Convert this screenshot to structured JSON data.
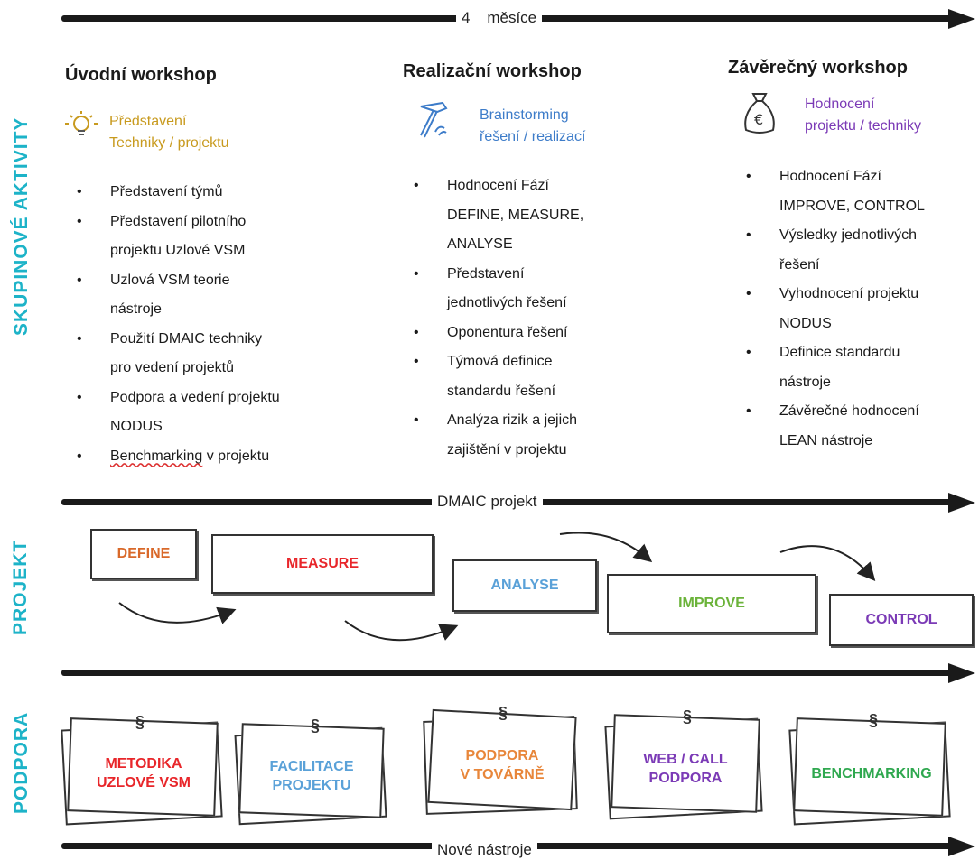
{
  "timeline": {
    "top_label": "4     měsíce",
    "middle_label": "DMAIC projekt",
    "bottom_label": "Nové nástroje"
  },
  "side_labels": {
    "group": "SKUPINOVÉ AKTIVITY",
    "project": "PROJEKT",
    "support": "PODPORA"
  },
  "colors": {
    "side_label": "#1db3c8",
    "define": "#d9692a",
    "measure": "#e8262a",
    "analyse": "#5aa1d8",
    "improve": "#6bb33a",
    "control": "#7b3ab6",
    "bench": "#2fa84f"
  },
  "workshops": [
    {
      "title": "Úvodní workshop",
      "icon": "lightbulb-icon",
      "subtitle": [
        "Představení",
        "Techniky / projektu"
      ],
      "color": "#c89a1e",
      "items": [
        [
          "Představení týmů"
        ],
        [
          "Představení pilotního",
          "projektu Uzlové VSM"
        ],
        [
          "Uzlová VSM teorie",
          "nástroje"
        ],
        [
          "Použití DMAIC techniky",
          "pro vedení projektů"
        ],
        [
          "Podpora a vedení projektu",
          "NODUS"
        ],
        [
          "Benchmarking v projektu"
        ]
      ]
    },
    {
      "title": "Realizační workshop",
      "icon": "hammer-icon",
      "subtitle": [
        "Brainstorming",
        "řešení / realizací"
      ],
      "color": "#3d7cc9",
      "items": [
        [
          "Hodnocení Fází",
          "DEFINE, MEASURE,",
          "ANALYSE"
        ],
        [
          "Představení",
          "jednotlivých řešení"
        ],
        [
          "Oponentura řešení"
        ],
        [
          "Týmová definice",
          "standardu řešení"
        ],
        [
          "Analýza rizik a jejich",
          "zajištění v projektu"
        ]
      ]
    },
    {
      "title": "Závěrečný workshop",
      "icon": "money-bag-icon",
      "subtitle": [
        "Hodnocení",
        "projektu / techniky"
      ],
      "color": "#7b3ab6",
      "items": [
        [
          "Hodnocení Fází",
          "IMPROVE, CONTROL"
        ],
        [
          "Výsledky jednotlivých",
          "řešení"
        ],
        [
          "Vyhodnocení projektu",
          "NODUS"
        ],
        [
          "Definice standardu",
          "nástroje"
        ],
        [
          "Závěrečné hodnocení",
          "LEAN nástroje"
        ]
      ]
    }
  ],
  "phases": [
    "DEFINE",
    "MEASURE",
    "ANALYSE",
    "IMPROVE",
    "CONTROL"
  ],
  "support": [
    [
      "METODIKA",
      "UZLOVÉ VSM"
    ],
    [
      "FACILITACE",
      "PROJEKTU"
    ],
    [
      "PODPORA",
      "V TOVÁRNĚ"
    ],
    [
      "WEB / CALL",
      "PODPORA"
    ],
    [
      "BENCHMARKING"
    ]
  ]
}
